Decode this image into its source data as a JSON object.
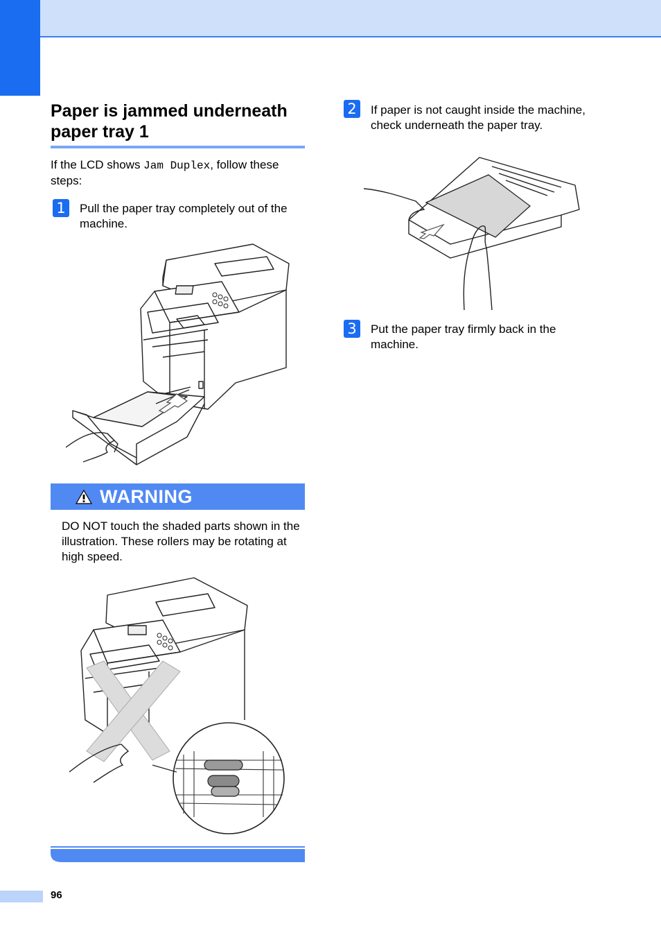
{
  "section": {
    "title": "Paper is jammed underneath paper tray 1",
    "intro_before": "If the LCD shows ",
    "intro_code": "Jam Duplex",
    "intro_after": ", follow these steps:"
  },
  "steps": [
    {
      "number": "1",
      "text": "Pull the paper tray completely out of the machine."
    },
    {
      "number": "2",
      "text": "If paper is not caught inside the machine, check underneath the paper tray."
    },
    {
      "number": "3",
      "text": "Put the paper tray firmly back in the machine."
    }
  ],
  "warning": {
    "label": "WARNING",
    "text": "DO NOT touch the shaded parts shown in the illustration. These rollers may be rotating at high speed."
  },
  "page": {
    "number": "96"
  },
  "colors": {
    "accent": "#1a6cf0",
    "band": "#cfe0fb",
    "warning_bar": "#5189f3"
  }
}
